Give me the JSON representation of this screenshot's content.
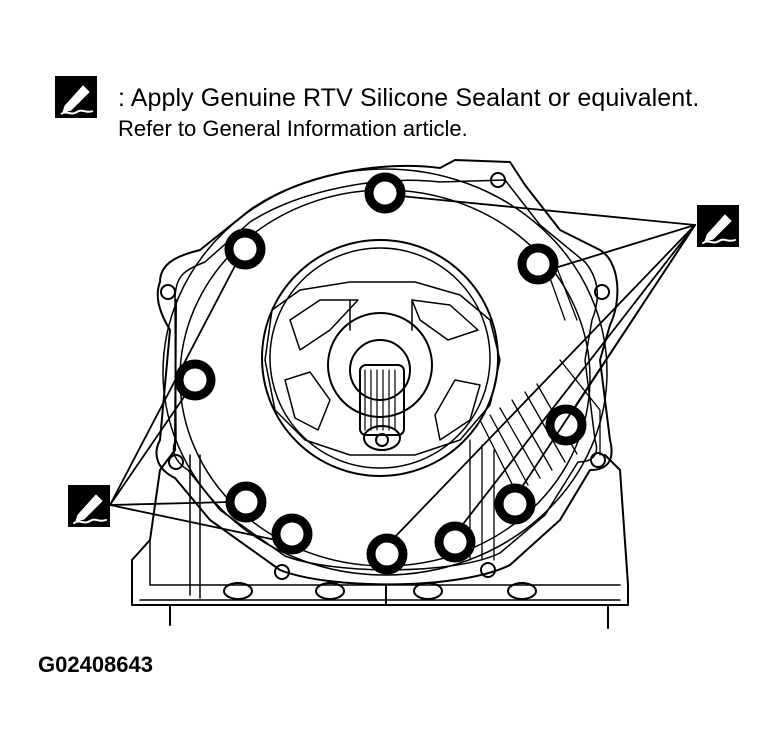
{
  "legend": {
    "icon": "sealant-applicator-icon",
    "line1": ": Apply Genuine RTV Silicone Sealant or equivalent.",
    "line2": "Refer to General Information article."
  },
  "figure_id": "G02408643",
  "colors": {
    "ink": "#000000",
    "paper": "#ffffff"
  }
}
